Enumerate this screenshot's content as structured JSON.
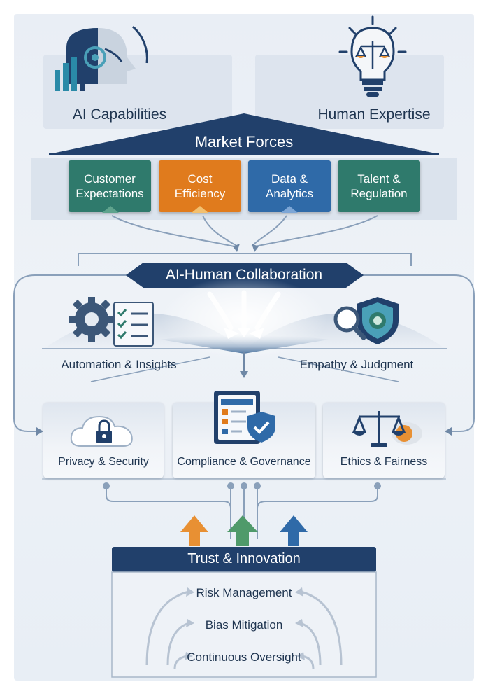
{
  "top": {
    "ai_capabilities": "AI Capabilities",
    "human_expertise": "Human Expertise"
  },
  "market": {
    "title": "Market Forces",
    "boxes": [
      {
        "line1": "Customer",
        "line2": "Expectations",
        "color": "#2f7a6c"
      },
      {
        "line1": "Cost",
        "line2": "Efficiency",
        "color": "#e07b1d"
      },
      {
        "line1": "Data &",
        "line2": "Analytics",
        "color": "#2f6aa8"
      },
      {
        "line1": "Talent &",
        "line2": "Regulation",
        "color": "#2f7a6c"
      }
    ]
  },
  "collab": {
    "title": "AI-Human Collaboration",
    "left": "Automation & Insights",
    "right": "Empathy & Judgment"
  },
  "pillars": [
    {
      "label": "Privacy & Security"
    },
    {
      "label": "Compliance & Governance"
    },
    {
      "label": "Ethics & Fairness"
    }
  ],
  "trust": {
    "title": "Trust & Innovation",
    "items": [
      "Risk Management",
      "Bias Mitigation",
      "Continuous Oversight"
    ]
  },
  "colors": {
    "navy": "#21406b",
    "teal": "#2f7a6c",
    "orange": "#e07b1d",
    "blue": "#2f6aa8",
    "green": "#4f9a6a"
  }
}
